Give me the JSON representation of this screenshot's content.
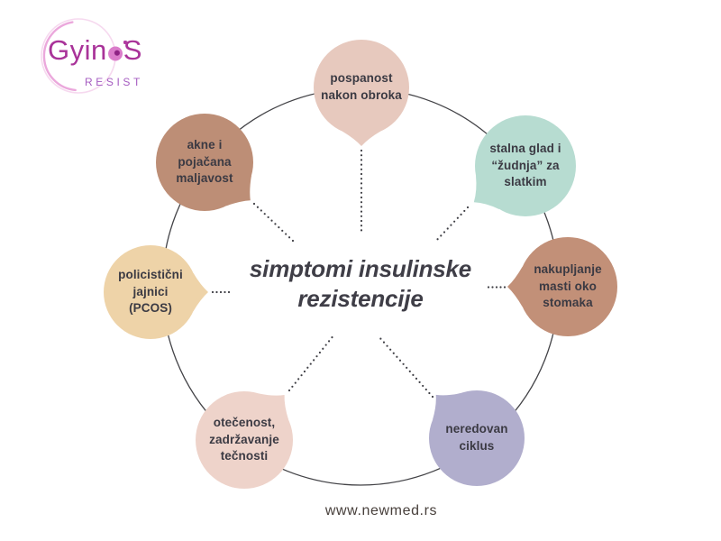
{
  "logo": {
    "brand_prefix": "Gyin",
    "brand_suffix": "S",
    "subtitle": "RESIST",
    "brand_color": "#a93399",
    "subtitle_color": "#a55cc1",
    "crescent_color": "#eba8dc",
    "crescent_faint_color": "#f6d9ef"
  },
  "title": "simptomi insulinske\nrezistencije",
  "footer": "www.newmed.rs",
  "diagram": {
    "ring_color": "#434347",
    "dot_color": "#3e3e44",
    "text_color": "#3b3a43",
    "bubbles": [
      {
        "id": "pospanost",
        "label": "pospanost\nnakon obroka",
        "color": "#e7c9be"
      },
      {
        "id": "stalna-glad",
        "label": "stalna glad i\n“žudnja” za\nslatkim",
        "color": "#b7dcd1"
      },
      {
        "id": "nakupljanje",
        "label": "nakupljanje\nmasti oko\nstomaka",
        "color": "#c29078"
      },
      {
        "id": "neredovan",
        "label": "neredovan\nciklus",
        "color": "#b1aecd"
      },
      {
        "id": "otecenost",
        "label": "otečenost,\nzadržavanje\ntečnosti",
        "color": "#eed3ca"
      },
      {
        "id": "pcos",
        "label": "policistični\njajnici\n(PCOS)",
        "color": "#eed3a8"
      },
      {
        "id": "akne",
        "label": "akne i\npojačana\nmaljavost",
        "color": "#bd8e76"
      }
    ]
  }
}
